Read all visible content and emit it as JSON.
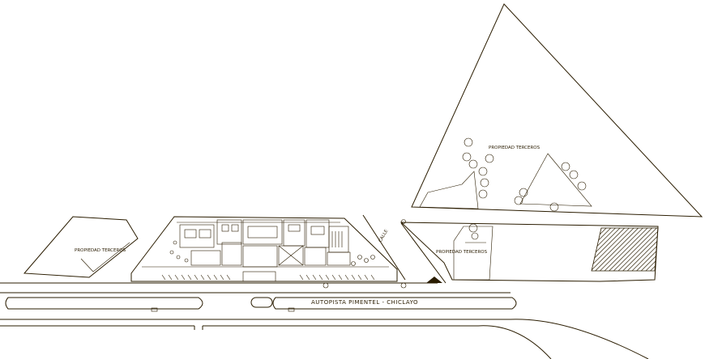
{
  "labels": {
    "property_triangle": "PROPIEDAD TERCEROS",
    "property_left": "PROPIEDAD TERCEROS",
    "property_right": "PROPIEDAD TERCEROS",
    "highway": "AUTOPISTA PIMENTEL - CHICLAYO",
    "side_street": "CALLE"
  },
  "colors": {
    "line": "#2a1c00",
    "background": "#ffffff"
  }
}
